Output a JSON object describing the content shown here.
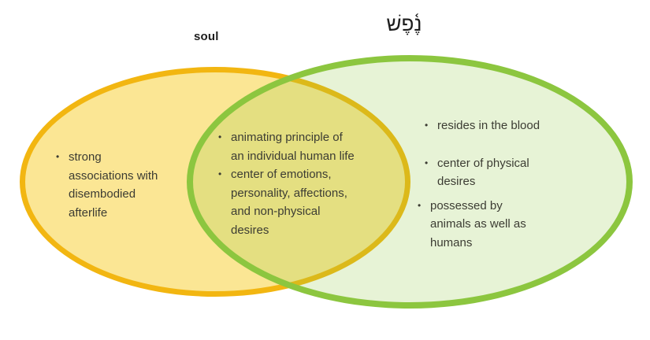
{
  "diagram": {
    "type": "venn",
    "background": "#ffffff",
    "text_color": "#3c3c33",
    "title_color": "#1d1d1d",
    "left": {
      "title": "soul",
      "fill": "#fbe694",
      "border_color": "#f2b611",
      "items": [
        {
          "lines": [
            "strong",
            "associations with",
            "disembodied",
            "afterlife"
          ]
        }
      ]
    },
    "right": {
      "title": "נֶ֫פֶשׁ",
      "fill": "#e9f2dc",
      "border_color": "#8cc63f",
      "items": [
        {
          "lines": [
            "resides in the blood"
          ]
        },
        {
          "lines": [
            "center of physical",
            "desires"
          ]
        },
        {
          "lines": [
            "possessed by",
            "animals as well as",
            "humans"
          ]
        }
      ]
    },
    "overlap": {
      "fill": "#e3e68c",
      "items": [
        {
          "lines": [
            "animating principle of",
            "an individual human life"
          ]
        },
        {
          "lines": [
            "center of emotions,",
            "personality, affections,",
            "and non-physical",
            "desires"
          ]
        }
      ]
    }
  },
  "icons": {
    "bullet": "•"
  }
}
